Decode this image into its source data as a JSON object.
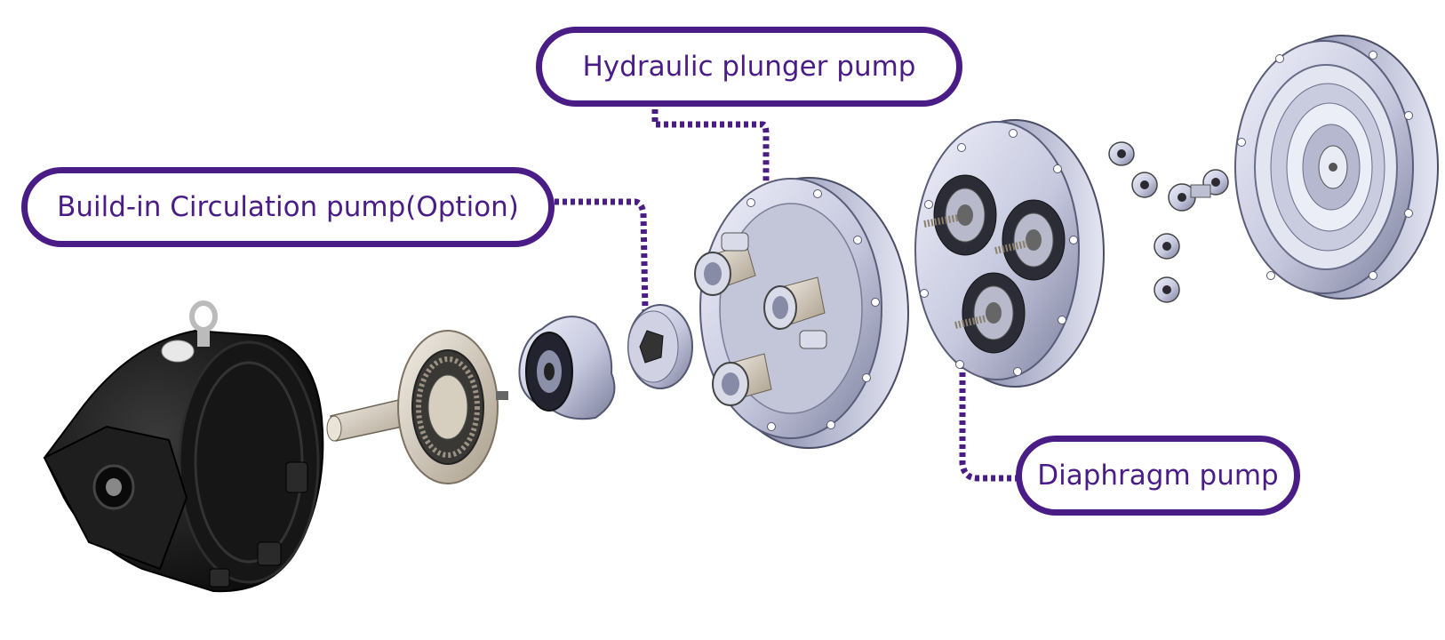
{
  "labels": {
    "hydraulic": "Hydraulic plunger pump",
    "circulation": "Build-in Circulation pump(Option)",
    "diaphragm": "Diaphragm pump"
  },
  "colors": {
    "accent": "#4a1c86",
    "motor": "#141414",
    "metal": "#c9cae0",
    "metal_dark": "#6e7088",
    "bronze": "#d8cfc0"
  },
  "icons": [
    "motor-housing-icon",
    "shaft-bearing-icon",
    "eccentric-cam-icon",
    "circulation-pump-rotor-icon",
    "plunger-pump-plate-icon",
    "diaphragm-plate-icon",
    "check-valve-icon",
    "pump-head-cover-icon"
  ]
}
